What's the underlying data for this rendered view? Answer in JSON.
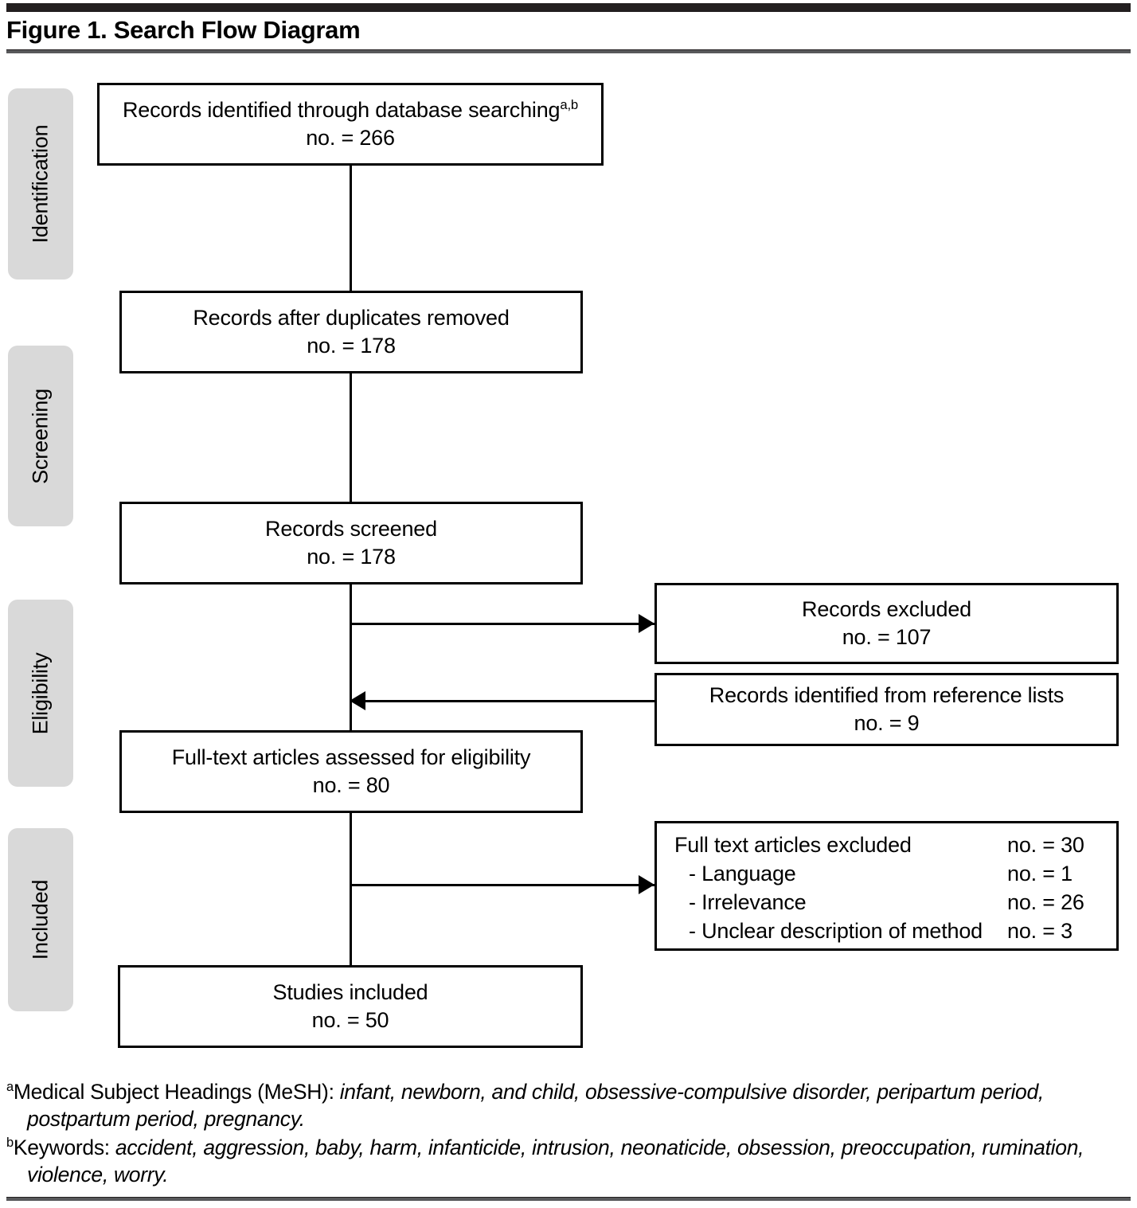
{
  "figure": {
    "title": "Figure 1. Search Flow Diagram"
  },
  "stages": [
    {
      "label": "Identification"
    },
    {
      "label": "Screening"
    },
    {
      "label": "Eligibility"
    },
    {
      "label": "Included"
    }
  ],
  "flow": {
    "identified": {
      "text": "Records identified through database searching",
      "sup": "a,b",
      "count": "no. = 266"
    },
    "after_duplicates": {
      "text": "Records after duplicates removed",
      "count": "no. = 178"
    },
    "screened": {
      "text": "Records screened",
      "count": "no. = 178"
    },
    "excluded": {
      "text": "Records excluded",
      "count": "no. = 107"
    },
    "from_references": {
      "text": "Records identified from reference lists",
      "count": "no. = 9"
    },
    "fulltext_assessed": {
      "text": "Full-text articles assessed for eligibility",
      "count": "no. = 80"
    },
    "fulltext_excluded": {
      "header_label": "Full text articles excluded",
      "header_count": "no. = 30",
      "reasons": [
        {
          "label": "-  Language",
          "count": "no. = 1"
        },
        {
          "label": "-  Irrelevance",
          "count": "no. = 26"
        },
        {
          "label": "-  Unclear description of method",
          "count": "no. = 3"
        }
      ]
    },
    "included": {
      "text": "Studies included",
      "count": "no. = 50"
    }
  },
  "footnotes": {
    "a": {
      "marker": "a",
      "label": "Medical Subject Headings (MeSH): ",
      "terms": "infant, newborn, and child, obsessive-compulsive disorder, peripartum period, postpartum period, pregnancy."
    },
    "b": {
      "marker": "b",
      "label": "Keywords: ",
      "terms": "accident, aggression, baby, harm, infanticide, intrusion, neonaticide, obsession, preoccupation, rumination, violence, worry."
    }
  },
  "colors": {
    "rule": "#231f20",
    "stage_fill": "#d9d9d9",
    "box_border": "#000000"
  }
}
